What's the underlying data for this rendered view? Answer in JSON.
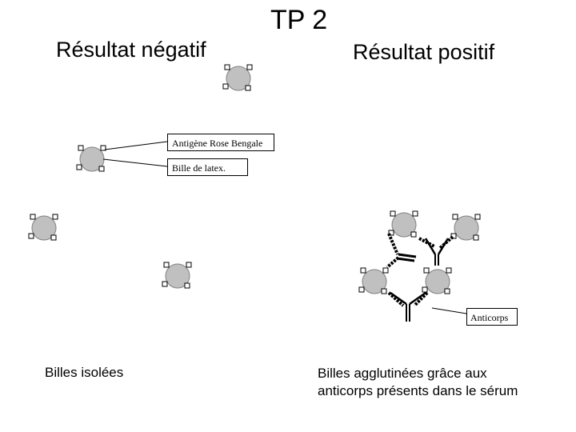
{
  "title": "TP 2",
  "negative": {
    "heading": "Résultat négatif",
    "caption": "Billes isolées"
  },
  "positive": {
    "heading": "Résultat positif",
    "caption": "Billes agglutinées grâce aux\nanticorps présents dans le sérum"
  },
  "labels": {
    "antigen": "Antigène Rose Bengale",
    "bead": "Bille de latex.",
    "antibody": "Anticorps"
  },
  "colors": {
    "bead_fill": "#c0c0c0",
    "stroke": "#000000",
    "background": "#ffffff"
  }
}
